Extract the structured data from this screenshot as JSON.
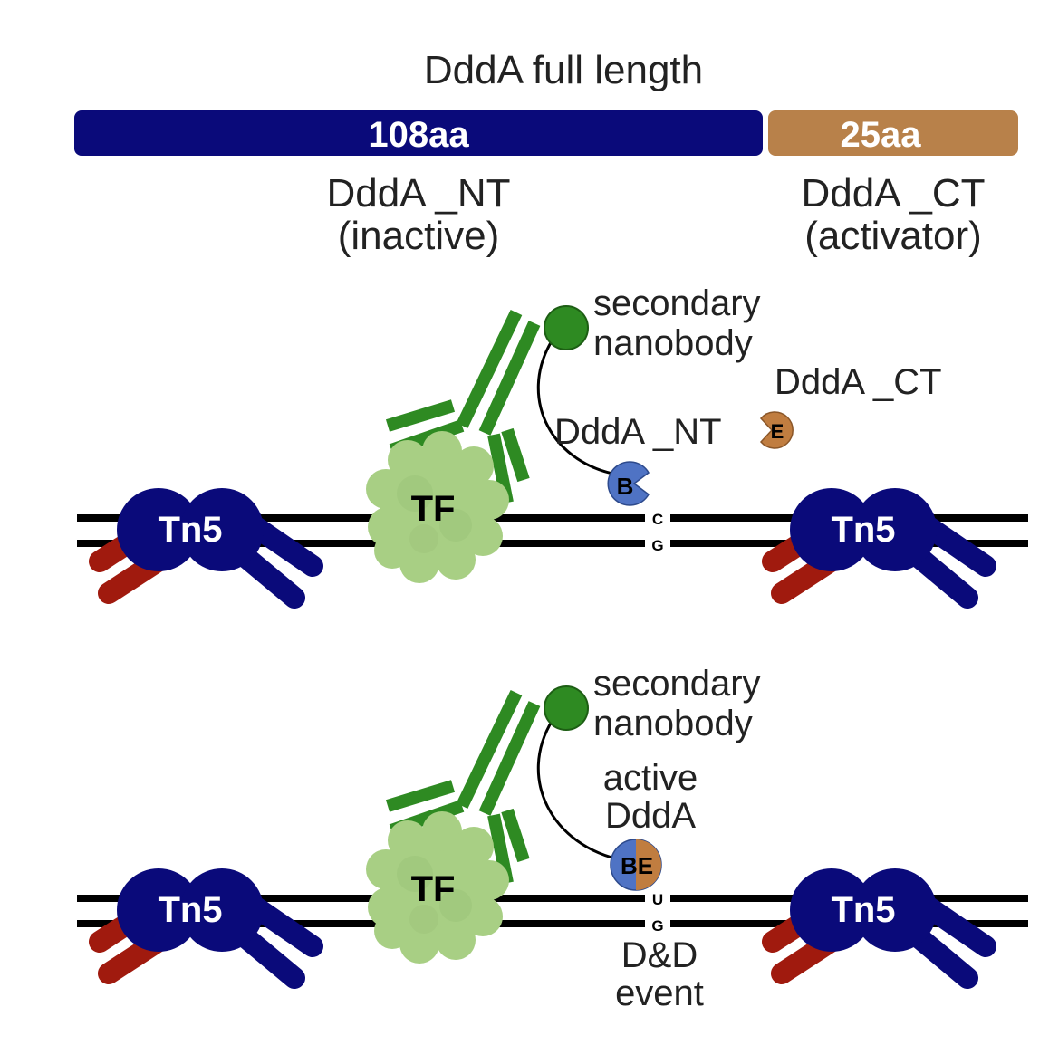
{
  "title": "DddA full length",
  "colors": {
    "ntBar": "#0a0a7a",
    "ctBar": "#b8814a",
    "dna": "#000000",
    "tn5": "#0a0a7a",
    "tn5Arm": "#a01a0e",
    "antibody": "#2e8a22",
    "nanobody": "#2e8a22",
    "tf": "#a8cf84",
    "beBlue": "#4f73c4",
    "beOrange": "#c07d40"
  },
  "domains": {
    "nt": {
      "length": "108aa",
      "name": "DddA _NT",
      "role": "(inactive)"
    },
    "ct": {
      "length": "25aa",
      "name": "DddA _CT",
      "role": "(activator)"
    }
  },
  "panel1": {
    "nanobody_line1": "secondary",
    "nanobody_line2": "nanobody",
    "ct_label": "DddA _CT",
    "nt_label": "DddA _NT",
    "tf": "TF",
    "tn5_left": "Tn5",
    "tn5_right": "Tn5",
    "be_nt": "B",
    "be_ct": "E",
    "base_top": "C",
    "base_bottom": "G"
  },
  "panel2": {
    "nanobody_line1": "secondary",
    "nanobody_line2": "nanobody",
    "active_line1": "active",
    "active_line2": "DddA",
    "tf": "TF",
    "tn5_left": "Tn5",
    "tn5_right": "Tn5",
    "be_label": "BE",
    "base_top": "U",
    "base_bottom": "G",
    "event_line1": "D&D",
    "event_line2": "event"
  }
}
